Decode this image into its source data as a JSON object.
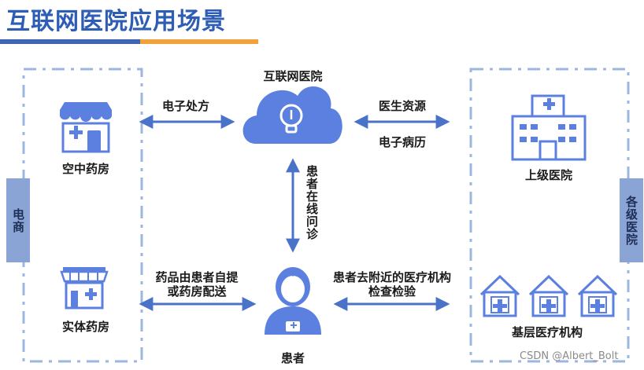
{
  "title": "互联网医院应用场景",
  "nodes": {
    "internet_hospital": "互联网医院",
    "sky_pharmacy": "空中药房",
    "physical_pharmacy": "实体药房",
    "patient": "患者",
    "upper_hospital": "上级医院",
    "grassroots": "基层医疗机构"
  },
  "side_tabs": {
    "ecommerce": "电商",
    "hospitals": "各级医院"
  },
  "edges": {
    "e_prescription": "电子处方",
    "medical_resources": "医生资源",
    "e_records": "电子病历",
    "online_consult": "患者在线问诊",
    "drug_pickup_line1": "药品由患者自提",
    "drug_pickup_line2": "或药房配送",
    "nearby_line1": "患者去附近的医疗机构",
    "nearby_line2": "检查检验"
  },
  "watermark": "CSDN @Albert_Bolt",
  "colors": {
    "accent": "#4a72c8",
    "icon": "#5b80e0",
    "dash": "#9db6de",
    "side_tab": "#8aa4d6",
    "title": "#2d5db5",
    "title_bar_orange": "#f0a23c"
  }
}
